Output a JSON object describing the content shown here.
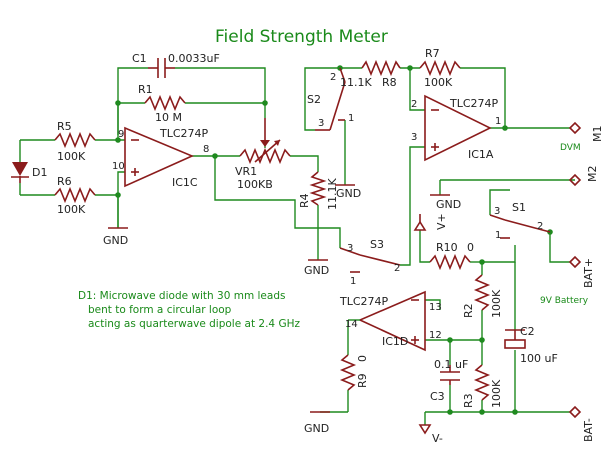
{
  "title": "Field Strength Meter",
  "note": [
    "D1: Microwave diode with 30 mm leads",
    "bent to form a circular loop",
    "acting as quarterwave dipole at 2.4 GHz"
  ],
  "components": {
    "c1": {
      "ref": "C1",
      "value": "0.0033uF"
    },
    "r1": {
      "ref": "R1",
      "value": "10 M"
    },
    "r5": {
      "ref": "R5",
      "value": "100K"
    },
    "r6": {
      "ref": "R6",
      "value": "100K"
    },
    "d1": {
      "ref": "D1"
    },
    "ic1c": {
      "part": "TLC274P",
      "ref": "IC1C",
      "pins": [
        "9",
        "10",
        "8"
      ]
    },
    "vr1": {
      "ref": "VR1",
      "value": "100KB"
    },
    "r4": {
      "ref": "R4",
      "value": "11.1K"
    },
    "s2": {
      "ref": "S2",
      "pins": [
        "2",
        "3",
        "1"
      ]
    },
    "r8": {
      "ref": "R8",
      "value": "11.1K"
    },
    "r7": {
      "ref": "R7",
      "value": "100K"
    },
    "ic1a": {
      "part": "TLC274P",
      "ref": "IC1A",
      "pins": [
        "2",
        "3",
        "1"
      ]
    },
    "m1": {
      "ref": "M1",
      "desc": "DVM"
    },
    "m2": {
      "ref": "M2"
    },
    "s3": {
      "ref": "S3",
      "pins": [
        "3",
        "2",
        "1"
      ]
    },
    "s1": {
      "ref": "S1",
      "pins": [
        "3",
        "2",
        "1"
      ]
    },
    "bat_pos": {
      "ref": "BAT+",
      "desc": "9V Battery"
    },
    "bat_neg": {
      "ref": "BAT-"
    },
    "r10": {
      "ref": "R10",
      "value": "0"
    },
    "r2": {
      "ref": "R2",
      "value": "100K"
    },
    "r3": {
      "ref": "R3",
      "value": "100K"
    },
    "c2": {
      "ref": "C2",
      "value": "100 uF"
    },
    "c3": {
      "ref": "C3",
      "value": "0.1 uF"
    },
    "ic1d": {
      "part": "TLC274P",
      "ref": "IC1D",
      "pins": [
        "13",
        "14",
        "12"
      ]
    },
    "r9": {
      "ref": "R9",
      "value": "0"
    }
  },
  "nets": {
    "gnd": "GND",
    "vplus": "V+",
    "vminus": "V-"
  }
}
